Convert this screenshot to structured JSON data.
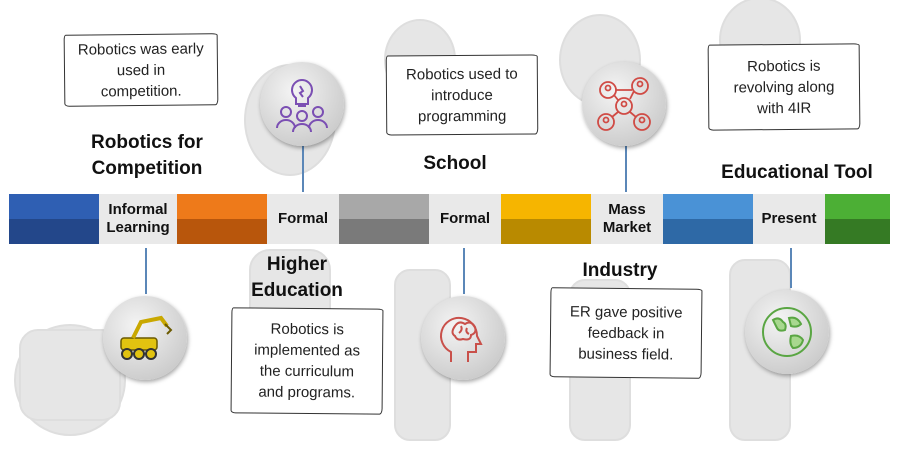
{
  "timeline": [
    {
      "label": "Informal\nLearning",
      "heading": "Robotics for\nCompetition",
      "note": "Robotics was early\nused in\ncompetition.",
      "icon": "brain-idea-people-icon",
      "color_top": "#2f5fb3",
      "color_bottom": "#23478a"
    },
    {
      "label": "Formal",
      "heading": "Higher\nEducation",
      "note": "Robotics is\nimplemented as\nthe curriculum\nand programs.",
      "icon": "construction-robot-icon",
      "color_top": "#ee7a1a",
      "color_bottom": "#b8560c"
    },
    {
      "label": "Formal",
      "heading": "School",
      "note": "Robotics used to\nintroduce\nprogramming",
      "icon": "head-brain-icon",
      "color_top": "#a8a8a8",
      "color_bottom": "#7a7a7a"
    },
    {
      "label": "Mass\nMarket",
      "heading": "Industry",
      "note": "ER gave positive\nfeedback in\nbusiness field.",
      "icon": "network-people-icon",
      "color_top": "#f6b500",
      "color_bottom": "#b98a00"
    },
    {
      "label": "Present",
      "heading": "Educational Tool",
      "note": "Robotics is\nrevolving along\nwith 4IR",
      "icon": "globe-icon",
      "color_top": "#4a92d6",
      "color_bottom": "#2e69a6"
    }
  ],
  "end_color_top": "#4caf35",
  "end_color_bottom": "#357a24"
}
